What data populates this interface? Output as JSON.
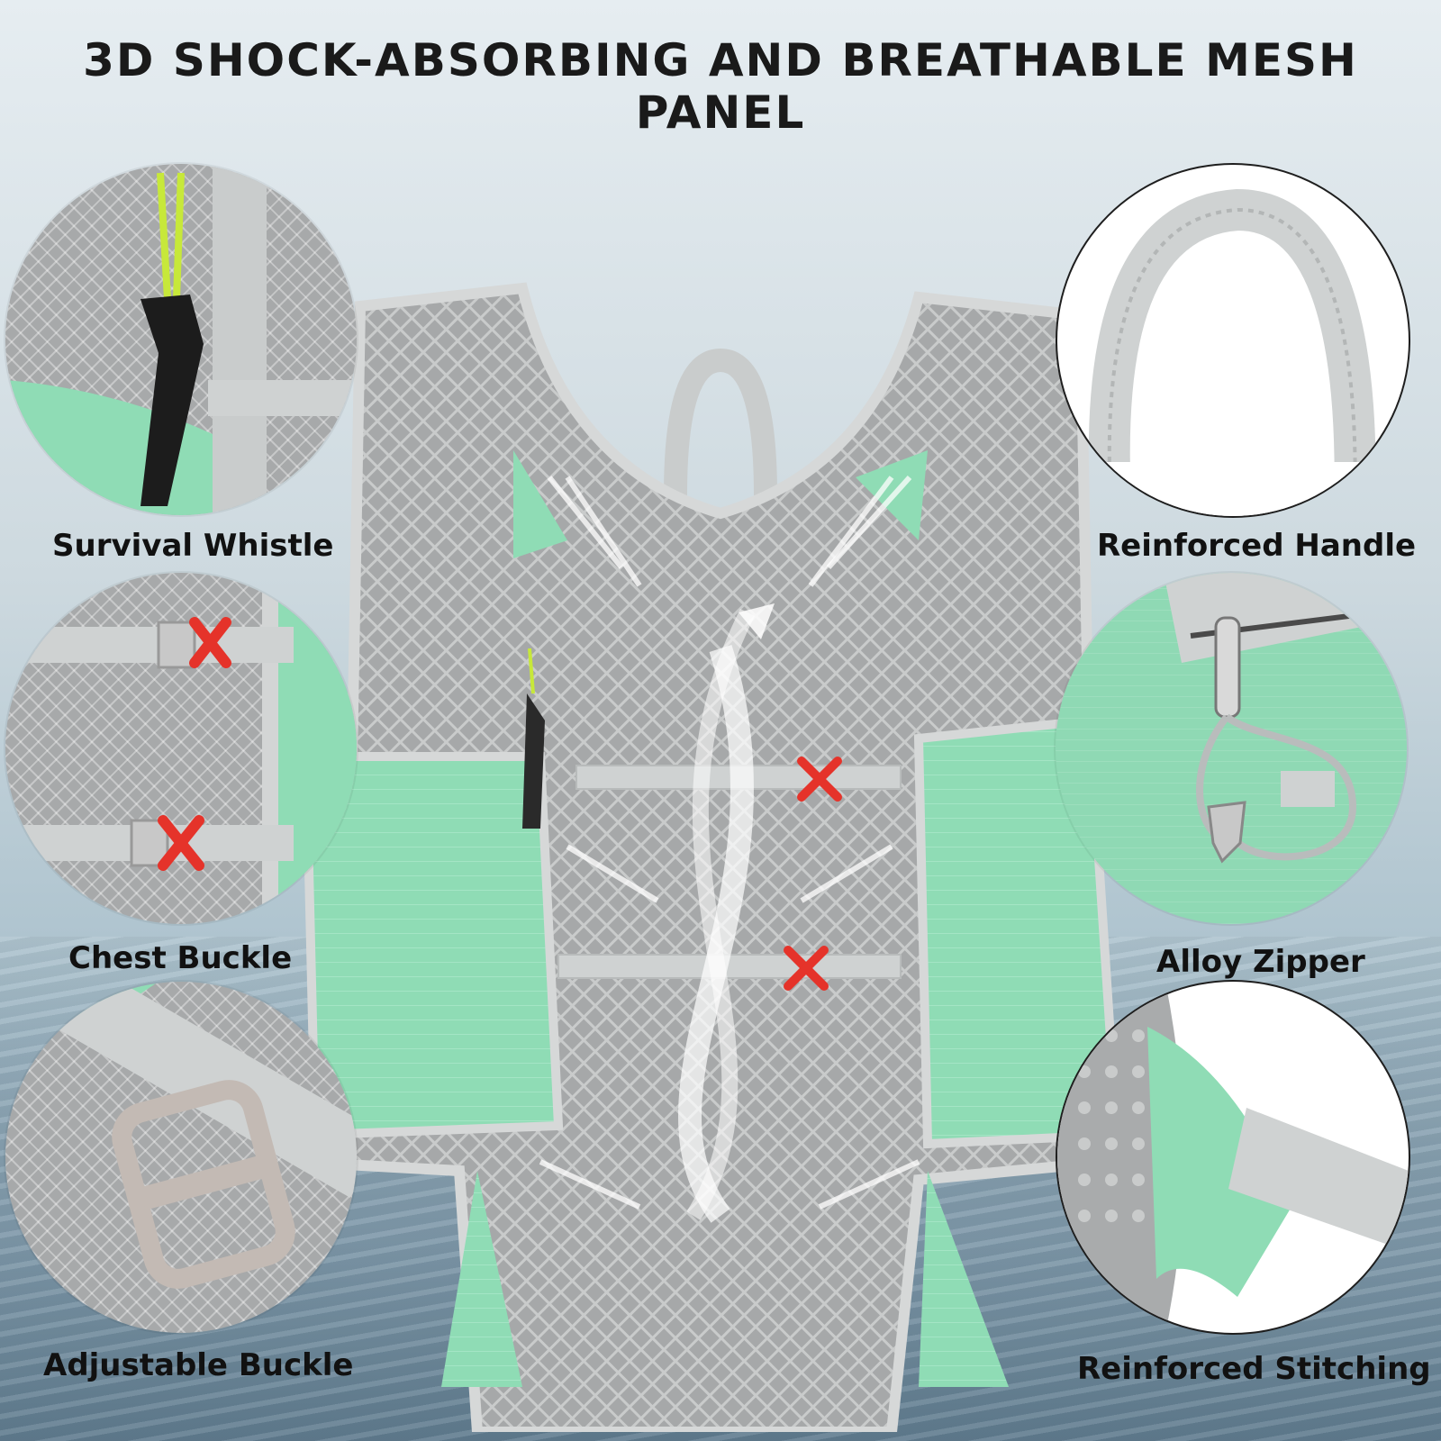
{
  "headline": "3D SHOCK-ABSORBING AND BREATHABLE MESH PANEL",
  "features": [
    {
      "label": "Survival Whistle",
      "icon": "whistle-icon"
    },
    {
      "label": "Chest Buckle",
      "icon": "buckle-icon"
    },
    {
      "label": "Adjustable Buckle",
      "icon": "ladder-lock-icon"
    },
    {
      "label": "Reinforced Handle",
      "icon": "handle-icon"
    },
    {
      "label": "Alloy Zipper",
      "icon": "zipper-icon"
    },
    {
      "label": "Reinforced Stitching",
      "icon": "stitching-icon"
    }
  ],
  "colors": {
    "pack_green": "#8fdcb5",
    "mesh_gray": "#a9abac",
    "buckle_red": "#e5332a",
    "text": "#111111"
  }
}
